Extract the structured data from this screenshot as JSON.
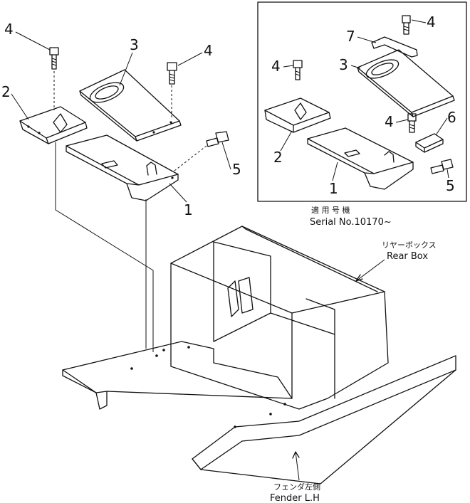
{
  "callouts": {
    "left_4a": "4",
    "left_3": "3",
    "left_4b": "4",
    "left_2": "2",
    "left_5": "5",
    "left_1": "1",
    "inset_4a": "4",
    "inset_7": "7",
    "inset_4b": "4",
    "inset_3": "3",
    "inset_6": "6",
    "inset_4c": "4",
    "inset_2": "2",
    "inset_5": "5",
    "inset_1": "1"
  },
  "inset": {
    "label_jp": "適 用 号 機",
    "label_en": "Serial  No.10170~"
  },
  "labels": {
    "rear_box_jp": "リヤーボックス",
    "rear_box_en": "Rear Box",
    "fender_jp": "フェンダ左側",
    "fender_en": "Fender  L.H"
  }
}
